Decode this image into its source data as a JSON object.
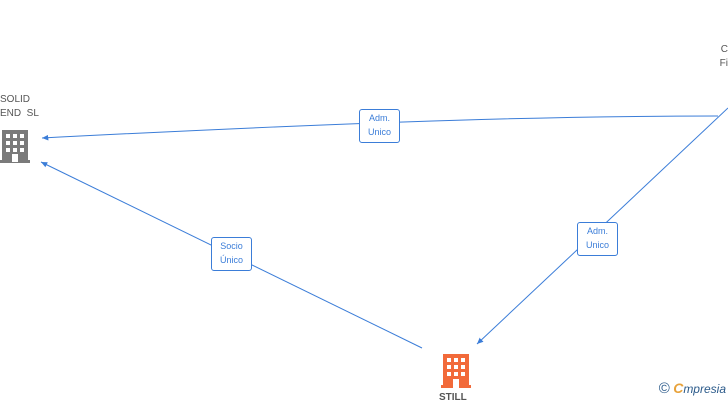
{
  "colors": {
    "edge": "#3b7dd8",
    "company_gray": "#7a7a7a",
    "company_highlight": "#f26a3a",
    "text": "#555555",
    "brand_accent": "#e8a23a",
    "brand_dark": "#2b5a8a"
  },
  "nodes": [
    {
      "id": "left-company",
      "label_lines": [
        "SOLID",
        "END  SL"
      ],
      "icon": "building-icon",
      "color": "company_gray"
    },
    {
      "id": "bottom-company",
      "label_lines": [
        "STILL"
      ],
      "icon": "building-icon",
      "color": "company_highlight"
    },
    {
      "id": "right-person",
      "label_lines": [
        "C",
        "Fi"
      ],
      "icon": "none"
    }
  ],
  "edges": [
    {
      "from": "right-person",
      "to": "left-company",
      "label_lines": [
        "Adm.",
        "Unico"
      ]
    },
    {
      "from": "bottom-company",
      "to": "left-company",
      "label_lines": [
        "Socio",
        "Único"
      ]
    },
    {
      "from": "right-person",
      "to": "bottom-company",
      "label_lines": [
        "Adm.",
        "Unico"
      ]
    }
  ],
  "footer": {
    "copyright_symbol": "©",
    "brand_first": "C",
    "brand_rest": "mpresia"
  }
}
